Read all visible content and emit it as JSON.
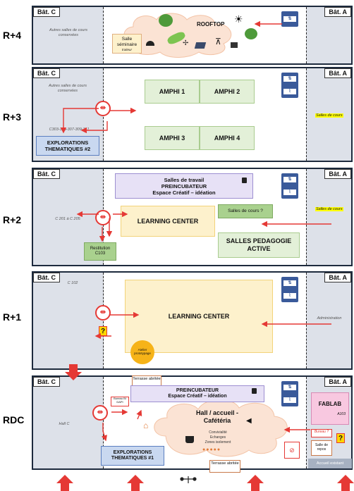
{
  "buildings": {
    "left": "Bât. C",
    "right": "Bât. A"
  },
  "levels": [
    {
      "label": "R+4",
      "notes": {
        "c_note": "Autres salles de cours conservées"
      },
      "rooms": {
        "rooftop": "ROOFTOP",
        "seminaire": "Salle séminaire",
        "traiteur": "traiteur"
      }
    },
    {
      "label": "R+3",
      "notes": {
        "c_note": "Autres salles de cours conservées",
        "c_rooms": "C303-305-307-309-311",
        "a_note": "Salles de cours"
      },
      "rooms": {
        "amphi1": "AMPHI 1",
        "amphi2": "AMPHI 2",
        "amphi3": "AMPHI 3",
        "amphi4": "AMPHI 4",
        "explorations": "EXPLORATIONS THEMATIQUES #2"
      }
    },
    {
      "label": "R+2",
      "notes": {
        "c_note": "C 201 à C 205",
        "a_note": "Salles de cours"
      },
      "rooms": {
        "travail": "Salles de travail",
        "preincubateur": "PREINCUBATEUR",
        "espace": "Espace Créatif – idéation",
        "learning": "LEARNING CENTER",
        "salles_cours": "Salles de cours ?",
        "pedago": "SALLES PEDAGOGIE ACTIVE",
        "restitution": "Restitution C103"
      }
    },
    {
      "label": "R+1",
      "notes": {
        "c_note": "C 102",
        "a_note": "Administration"
      },
      "rooms": {
        "learning": "LEARNING CENTER",
        "atelier": "Atelier prototypage"
      }
    },
    {
      "label": "RDC",
      "notes": {
        "c_note": "Hall C",
        "a_note": "A103"
      },
      "rooms": {
        "terrasse_top": "Terrasse abritée",
        "preincubateur": "PREINCUBATEUR",
        "espace": "Espace Créatif – idéation",
        "bureau_bdc": "Bureau BI DAPI",
        "hall": "Hall / accueil - Cafétéria",
        "convivialite": "Convivialité",
        "echanges": "Echanges",
        "isolement": "Zones isolement",
        "explorations": "EXPLORATIONS THEMATIQUES #1",
        "terrasse_bottom": "Terrasse abritée",
        "fablab": "FABLAB",
        "bureau_q": "Bureau ?",
        "repos": "Salle de repos",
        "accueil": "Accueil existant"
      }
    }
  ],
  "icons": {
    "elevator": "elevator-icon",
    "stairs": "stairs-icon",
    "no_elevator": "no-elevator-icon",
    "warning": "question-warning-icon",
    "entrance": "entrance-arrow-icon"
  },
  "colors": {
    "frame": "#1d2a3d",
    "building": "#dde1e9",
    "green": "#a9d18e",
    "purple": "#e7e1f6",
    "blue": "#c9d8f0",
    "yellow": "#fdf1cc",
    "red": "#e53935",
    "cloud": "#fbe3d4",
    "fablab": "#f8c8e0"
  }
}
